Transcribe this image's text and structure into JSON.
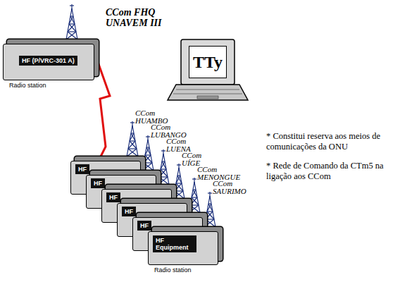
{
  "diagram": {
    "nodes": [
      {
        "text": [
          "HF (P/VRC-301 A)",
          "Radio station"
        ]
      },
      {
        "text": [
          "TTy"
        ]
      },
      {
        "text": [
          "HF"
        ]
      },
      {
        "text": [
          "HF"
        ]
      },
      {
        "text": [
          "HF"
        ]
      },
      {
        "text": [
          "HF"
        ]
      },
      {
        "text": [
          "HF"
        ]
      },
      {
        "text": [
          "HF Equipment",
          "Radio station"
        ]
      }
    ],
    "edges": [
      {
        "from": 0,
        "to": 2,
        "arrow": "none"
      }
    ],
    "labels": [
      "CCom FHQ UNAVEM III",
      "CCom HUAMBO",
      "CCom LUBANGO",
      "CCom LUENA",
      "CCom UÍGE",
      "CCom MENONGUE",
      "CCom SAURIMO",
      "* Constitui reserva aos meios de comunicações da ONU",
      "* Rede de Comando da CTm5 na ligação aos CCom"
    ]
  }
}
